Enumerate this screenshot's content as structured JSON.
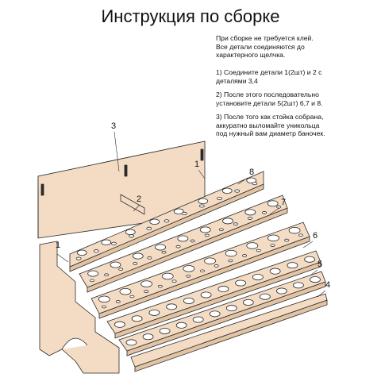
{
  "title": "Инструкция по сборке",
  "intro": [
    "При сборке не требуется клей.",
    "Все детали соединяются до",
    "характерного щелчка."
  ],
  "steps": [
    [
      "1) Соедините детали 1(2шт) и 2 с",
      "деталями 3,4"
    ],
    [
      "2) После этого последовательно",
      "установите детали 5(2шт) 6,7 и 8."
    ],
    [
      "3) После того как стойка собрана,",
      "аккуратно выломайте уникольца",
      "под нужный вам диаметр баночек."
    ]
  ],
  "part_labels": [
    "1",
    "1",
    "2",
    "3",
    "4",
    "5",
    "6",
    "7",
    "8"
  ],
  "colors": {
    "wood": "#f4dcc4",
    "wood_edge": "#e2c3a4",
    "stroke": "#2a2a2a"
  }
}
